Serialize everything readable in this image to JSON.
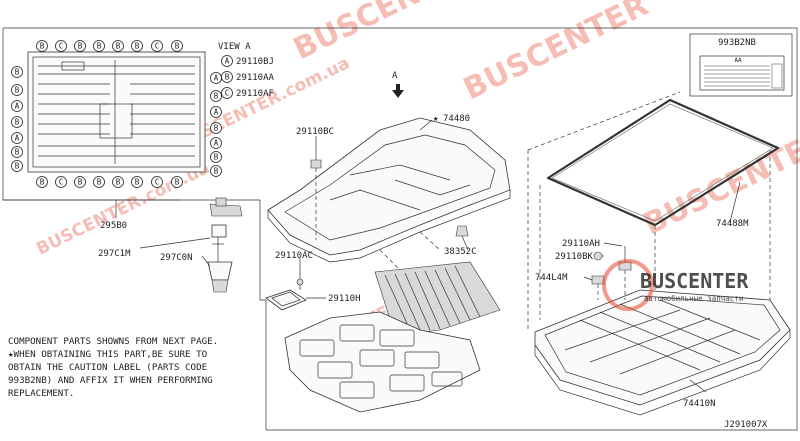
{
  "watermark": {
    "text_upper": "BUSCENTER",
    "text_domain": "BUSCENTER.com.ua",
    "logo_name": "BUSCENTER",
    "logo_tagline": "автомобильные запчасти",
    "color": "#e7452a"
  },
  "view_a": {
    "title": "VIEW A",
    "legend": [
      {
        "letter": "A",
        "part": "29110BJ"
      },
      {
        "letter": "B",
        "part": "29110AA"
      },
      {
        "letter": "C",
        "part": "29110AF"
      }
    ],
    "top_row": [
      "B",
      "C",
      "B",
      "B",
      "B",
      "B",
      "C",
      "B"
    ],
    "bottom_row": [
      "B",
      "C",
      "B",
      "B",
      "B",
      "B",
      "C",
      "B"
    ],
    "left_column": [
      "B",
      "B",
      "A",
      "B",
      "A",
      "B",
      "B"
    ],
    "right_column": [
      "A",
      "B",
      "A",
      "B",
      "A",
      "B",
      "B"
    ]
  },
  "callouts": {
    "c1": "295B0",
    "c2": "297C1M",
    "c3": "297C0N",
    "c4": "29110BC",
    "c5": "74480",
    "c6": "38352C",
    "c7": "29110AC",
    "c8": "29110H",
    "c9": "993B2NB",
    "c10": "74488M",
    "c11": "29110AH",
    "c12": "29110BK",
    "c13": "744L4M",
    "c14": "74410N"
  },
  "star_symbol": "★",
  "arrow_label": "A",
  "note_lines": [
    "COMPONENT PARTS SHOWNS FROM NEXT PAGE.",
    "★WHEN OBTAINING THIS PART,BE SURE TO",
    "OBTAIN THE CAUTION LABEL (PARTS CODE",
    "993B2NB) AND AFFIX IT WHEN PERFORMING",
    "REPLACEMENT."
  ],
  "caution_label_header": "AA",
  "figure_code": "J291007X"
}
